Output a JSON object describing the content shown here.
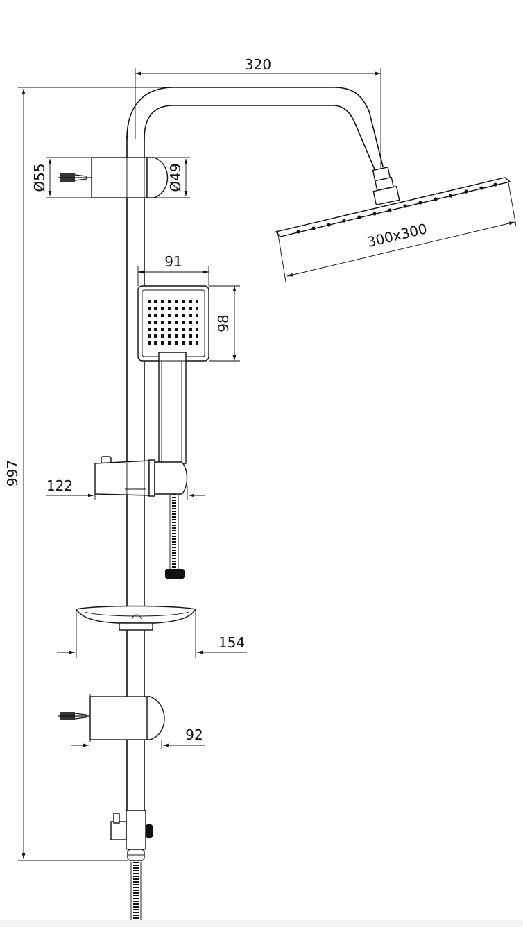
{
  "dimensions": {
    "arm_reach": "320",
    "wall_bracket_top": "Ø55",
    "tube_diameter": "Ø49",
    "overhead_shower_size": "300x300",
    "hand_shower_width": "91",
    "hand_shower_height": "98",
    "slider_projection": "122",
    "soap_dish_width": "154",
    "wall_bracket_bottom": "92",
    "total_height": "997"
  },
  "colors": {
    "line": "#111111",
    "background": "#ffffff"
  }
}
